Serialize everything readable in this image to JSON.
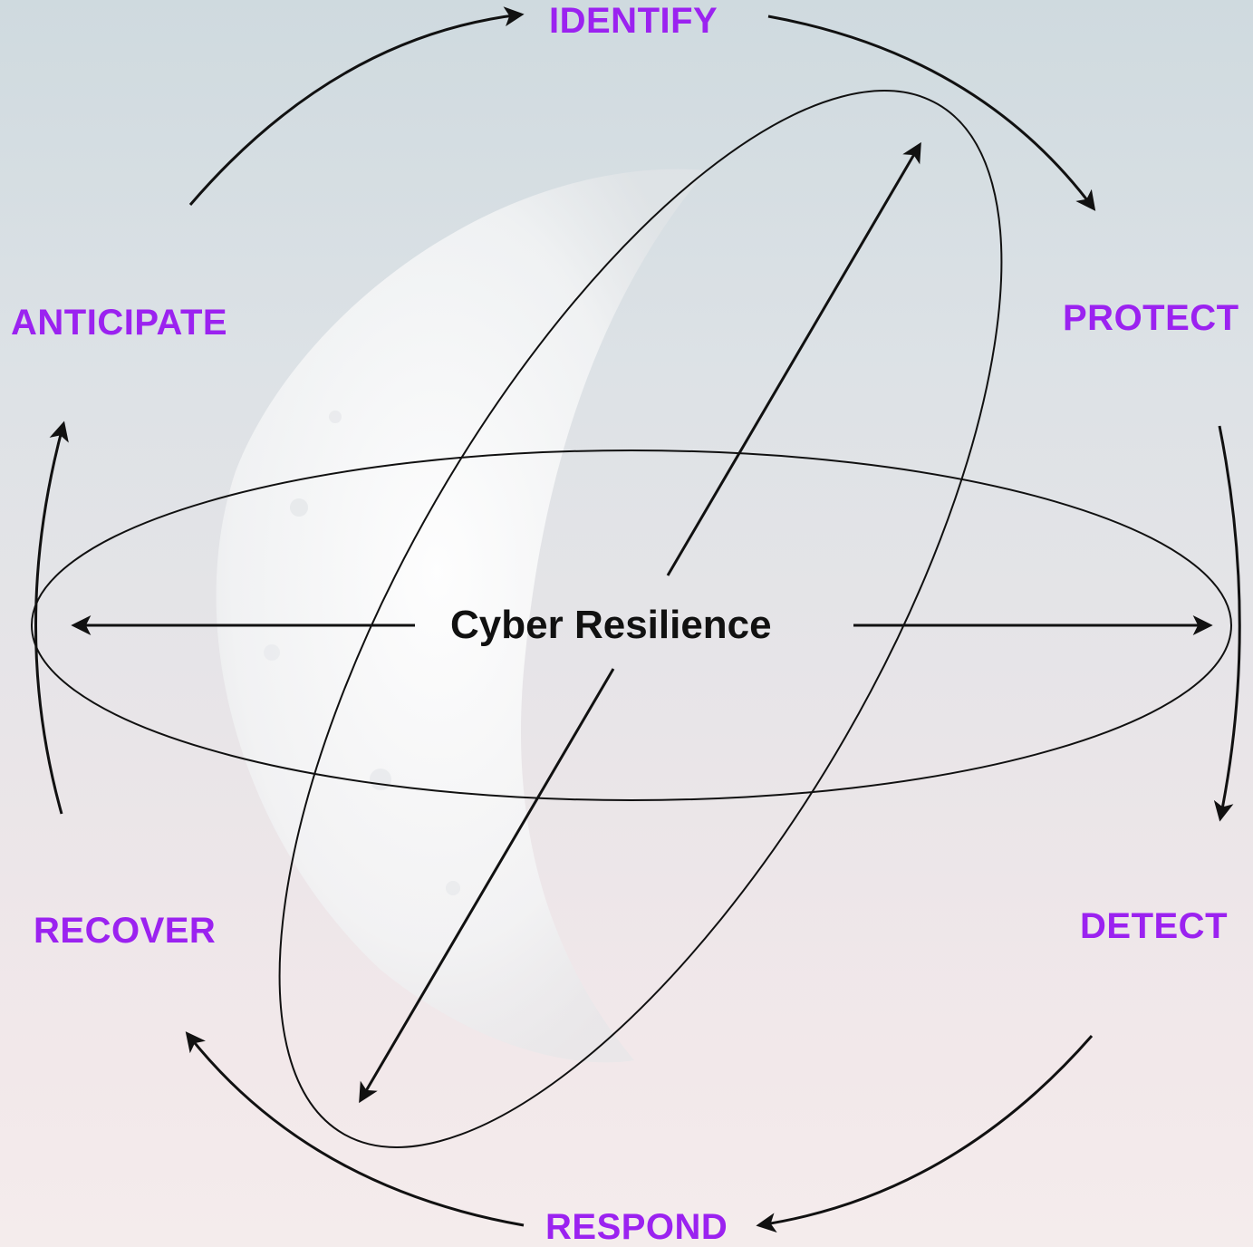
{
  "center": {
    "label": "Cyber Resilience"
  },
  "phases": {
    "identify": "IDENTIFY",
    "protect": "PROTECT",
    "detect": "DETECT",
    "respond": "RESPOND",
    "recover": "RECOVER",
    "anticipate": "ANTICIPATE"
  },
  "colors": {
    "phase_text": "#9b22f0",
    "center_text": "#111111",
    "lines": "#111111"
  }
}
